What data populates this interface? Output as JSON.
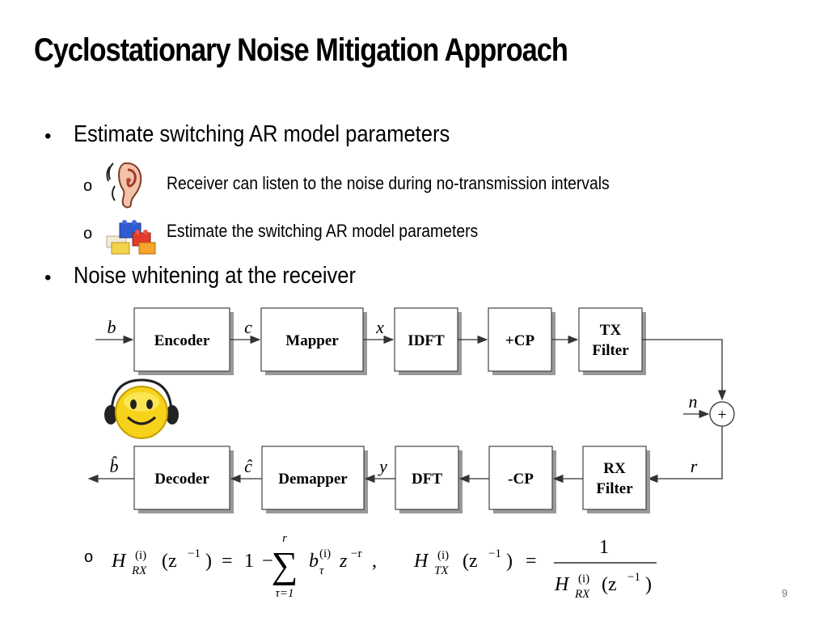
{
  "slide": {
    "title": "Cyclostationary Noise Mitigation Approach",
    "page_number": "9"
  },
  "bullets": [
    {
      "text": "Estimate switching AR model parameters",
      "subitems": [
        {
          "marker": "o",
          "icon": "ear-icon",
          "text": "Receiver can listen to the noise during no-transmission intervals"
        },
        {
          "marker": "o",
          "icon": "building-blocks-icon",
          "text": "Estimate the switching AR model parameters"
        }
      ]
    },
    {
      "text": "Noise whitening at the receiver"
    }
  ],
  "diagram": {
    "tx_blocks": [
      "Encoder",
      "Mapper",
      "IDFT",
      "+CP",
      "TX",
      "Filter"
    ],
    "rx_blocks": [
      "Decoder",
      "Demapper",
      "DFT",
      "-CP",
      "RX",
      "Filter"
    ],
    "signals": {
      "b": "b",
      "c": "c",
      "x": "x",
      "n": "n",
      "r": "r",
      "y": "y",
      "c_hat": "ĉ",
      "b_hat": "b̂",
      "adder": "+"
    },
    "listener_icon": "smiley-headphones-icon"
  },
  "formula": {
    "marker": "o",
    "H": "H",
    "RX": "RX",
    "TX": "TX",
    "i": "(i)",
    "z_arg": "(z",
    "neg_one": "−1",
    "close": ")",
    "equals": "=",
    "one": "1",
    "minus": "−",
    "sum": "∑",
    "sum_top": "r",
    "sum_bottom": "τ=1",
    "b": "b",
    "tau": "τ",
    "z": "z",
    "neg_r": "−r",
    "comma": ","
  }
}
